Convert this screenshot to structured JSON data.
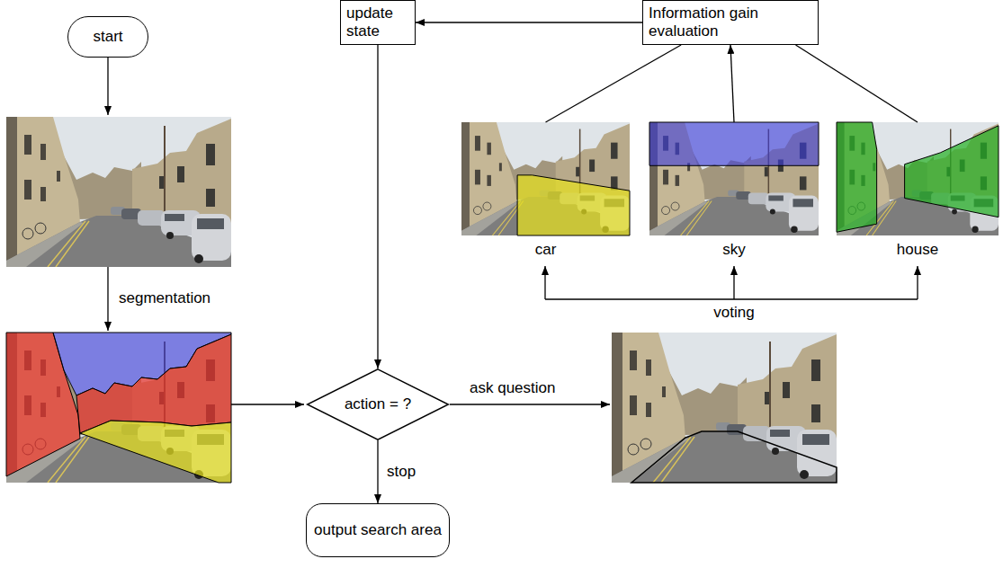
{
  "diagram": {
    "nodes": [
      {
        "text": [
          "start"
        ]
      },
      {
        "text": [
          "update state"
        ]
      },
      {
        "text": [
          "Information gain evaluation"
        ]
      },
      {
        "text": [
          "car"
        ]
      },
      {
        "text": [
          "sky"
        ]
      },
      {
        "text": [
          "house"
        ]
      },
      {
        "text": [
          "action = ?"
        ]
      },
      {
        "text": [
          "output search area"
        ]
      }
    ],
    "edges": [
      {
        "from": 3,
        "to": 2,
        "arrow": "none"
      },
      {
        "from": 4,
        "to": 2,
        "arrow": "to"
      },
      {
        "from": 5,
        "to": 2,
        "arrow": "none"
      },
      {
        "from": 2,
        "to": 1,
        "arrow": "to"
      },
      {
        "from": 1,
        "to": 6,
        "arrow": "to"
      },
      {
        "from": 6,
        "to": 7,
        "label": "stop",
        "arrow": "to"
      }
    ],
    "labels": [
      "segmentation",
      "voting",
      "ask question"
    ]
  }
}
